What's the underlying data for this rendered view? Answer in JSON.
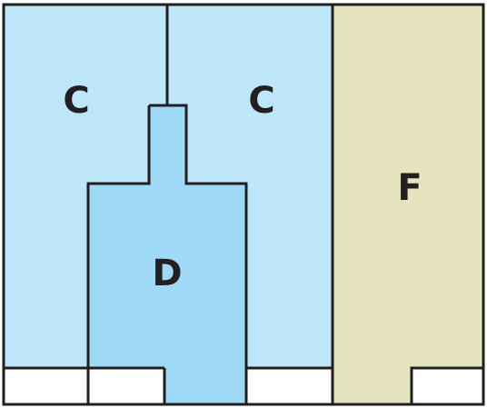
{
  "colors": {
    "region_c": "#bde6f8",
    "region_d": "#9ed9f6",
    "region_f": "#e6e4be",
    "outline": "#231f20",
    "blank": "#ffffff"
  },
  "labels": {
    "c_left": "C",
    "c_right": "C",
    "d": "D",
    "f": "F"
  }
}
